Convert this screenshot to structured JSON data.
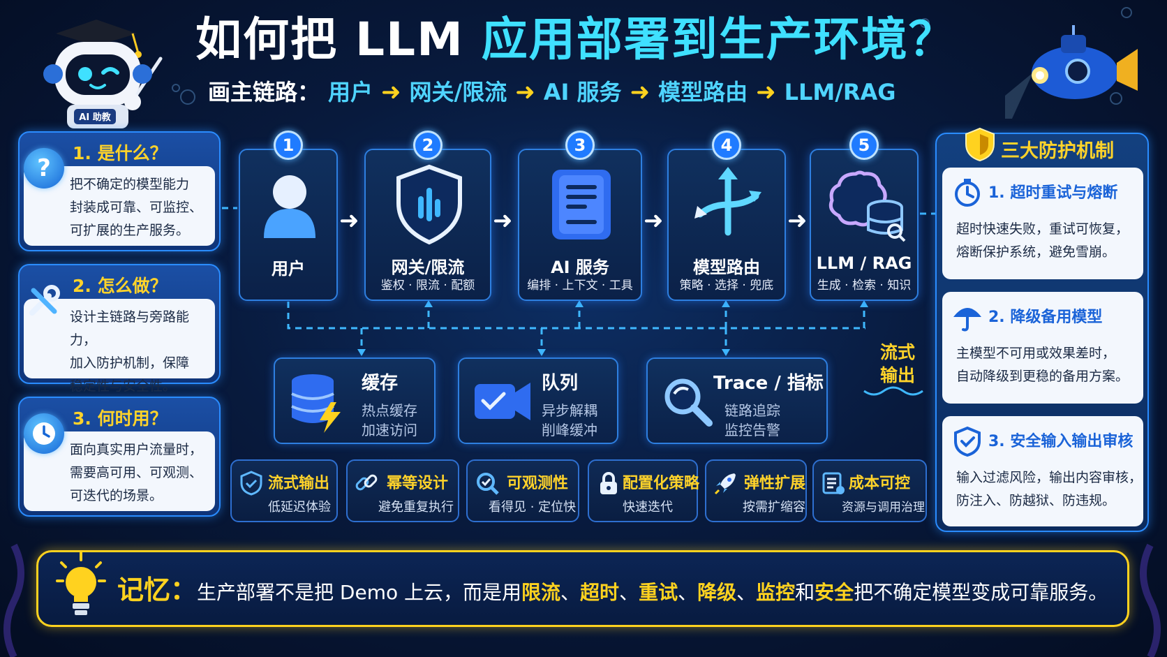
{
  "title": {
    "part1": "如何把 LLM ",
    "part2": "应用部署到生产环境？"
  },
  "subtitle": {
    "lead": "画主链路：",
    "steps": [
      "用户",
      "网关/限流",
      "AI 服务",
      "模型路由",
      "LLM/RAG"
    ],
    "arrow": "➜"
  },
  "robot": {
    "badge": "AI 助教"
  },
  "left_cards": [
    {
      "icon": "question-icon",
      "title": "1. 是什么？",
      "lines": [
        "把不确定的模型能力",
        "封装成可靠、可监控、",
        "可扩展的生产服务。"
      ]
    },
    {
      "icon": "tools-icon",
      "title": "2. 怎么做？",
      "lines": [
        "设计主链路与旁路能力，",
        "加入防护机制，保障",
        "稳定性与安全性。"
      ]
    },
    {
      "icon": "clock-icon",
      "title": "3. 何时用？",
      "lines": [
        "面向真实用户流量时，",
        "需要高可用、可观测、",
        "可迭代的场景。"
      ]
    }
  ],
  "pipeline": [
    {
      "num": "1",
      "label": "用户",
      "sub": "",
      "icon": "user-icon"
    },
    {
      "num": "2",
      "label": "网关/限流",
      "sub": "鉴权 · 限流 · 配额",
      "icon": "shield-icon"
    },
    {
      "num": "3",
      "label": "AI 服务",
      "sub": "编排 · 上下文 · 工具",
      "icon": "server-icon"
    },
    {
      "num": "4",
      "label": "模型路由",
      "sub": "策略 · 选择 · 兜底",
      "icon": "route-icon"
    },
    {
      "num": "5",
      "label": "LLM / RAG",
      "sub": "生成 · 检索 · 知识",
      "icon": "brain-db-icon"
    }
  ],
  "side_boxes": [
    {
      "title": "缓存",
      "lines": [
        "热点缓存",
        "加速访问"
      ],
      "icon": "cache-icon"
    },
    {
      "title": "队列",
      "lines": [
        "异步解耦",
        "削峰缓冲"
      ],
      "icon": "queue-icon"
    },
    {
      "title": "Trace / 指标",
      "lines": [
        "链路追踪",
        "监控告警"
      ],
      "icon": "magnifier-icon"
    }
  ],
  "stream_label": [
    "流式",
    "输出"
  ],
  "tiles": [
    {
      "title": "流式输出",
      "sub": "低延迟体验",
      "icon": "shield-check-icon"
    },
    {
      "title": "幂等设计",
      "sub": "避免重复执行",
      "icon": "link-icon"
    },
    {
      "title": "可观测性",
      "sub": "看得见 · 定位快",
      "icon": "observe-icon"
    },
    {
      "title": "配置化策略",
      "sub": "快速迭代",
      "icon": "lock-icon"
    },
    {
      "title": "弹性扩展",
      "sub": "按需扩缩容",
      "icon": "rocket-icon"
    },
    {
      "title": "成本可控",
      "sub": "资源与调用治理",
      "icon": "ledger-icon"
    }
  ],
  "right_panel": {
    "title": "三大防护机制",
    "cards": [
      {
        "title": "1. 超时重试与熔断",
        "lines": [
          "超时快速失败，重试可恢复，",
          "熔断保护系统，避免雪崩。"
        ],
        "icon": "timer-icon"
      },
      {
        "title": "2. 降级备用模型",
        "lines": [
          "主模型不可用或效果差时，",
          "自动降级到更稳的备用方案。"
        ],
        "icon": "umbrella-icon"
      },
      {
        "title": "3. 安全输入输出审核",
        "lines": [
          "输入过滤风险，输出内容审核，",
          "防注入、防越狱、防违规。"
        ],
        "icon": "security-shield-icon"
      }
    ]
  },
  "memory": {
    "key": "记忆：",
    "segments": [
      {
        "t": "生产部署不是把 Demo 上云，而是用",
        "hl": false
      },
      {
        "t": "限流",
        "hl": true
      },
      {
        "t": "、",
        "hl": false
      },
      {
        "t": "超时",
        "hl": true
      },
      {
        "t": "、",
        "hl": false
      },
      {
        "t": "重试",
        "hl": true
      },
      {
        "t": "、",
        "hl": false
      },
      {
        "t": "降级",
        "hl": true
      },
      {
        "t": "、",
        "hl": false
      },
      {
        "t": "监控",
        "hl": true
      },
      {
        "t": "和",
        "hl": false
      },
      {
        "t": "安全",
        "hl": true
      },
      {
        "t": "把不确定模型变成可靠服务。",
        "hl": false
      }
    ]
  },
  "colors": {
    "accent": "#3fe0ff",
    "highlight": "#ffd21f",
    "border": "#2a8cff"
  }
}
